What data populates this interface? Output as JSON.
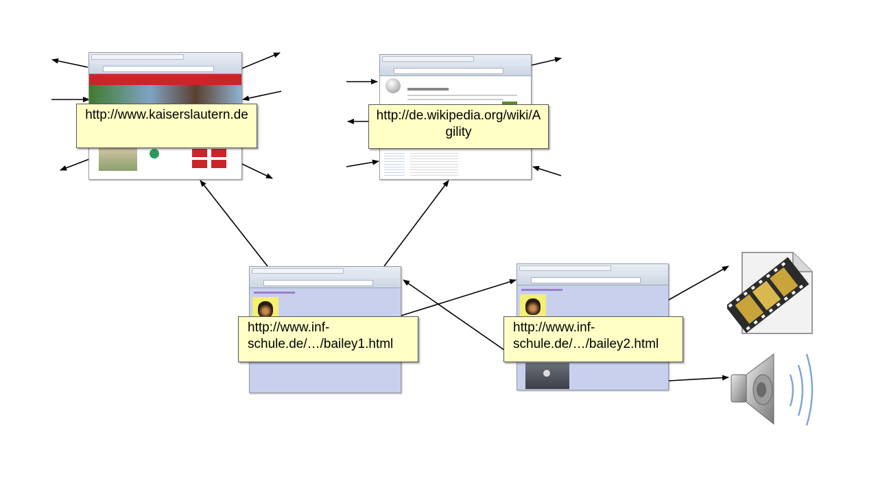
{
  "nodes": {
    "kaiserslautern": {
      "url": "http://www.kaiserslautern.de"
    },
    "wikipedia": {
      "url": "http://de.wikipedia.org/wiki/Agility"
    },
    "bailey1": {
      "url": "http://www.inf-schule.de/…/bailey1.html"
    },
    "bailey2": {
      "url": "http://www.inf-schule.de/…/bailey2.html"
    }
  },
  "media": {
    "video_icon": "film-file-icon",
    "audio_icon": "speaker-icon"
  },
  "colors": {
    "label_bg": "#ffffc6",
    "page_bg": "#c8d0ee",
    "kl_red": "#c9262a",
    "arrow": "#000000"
  }
}
